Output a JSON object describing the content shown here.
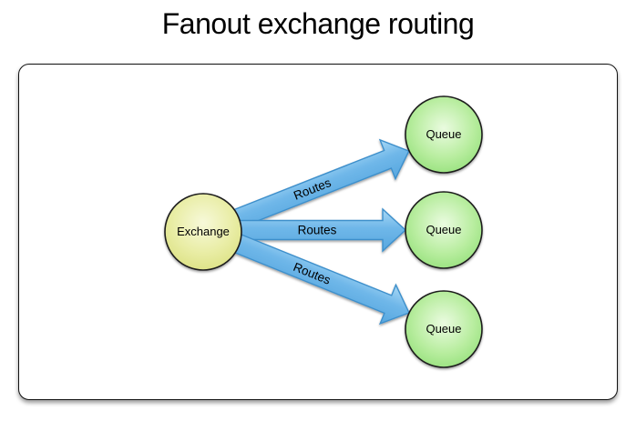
{
  "title": "Fanout exchange routing",
  "diagram": {
    "exchange": {
      "label": "Exchange",
      "shape": "circle"
    },
    "queues": [
      {
        "label": "Queue",
        "shape": "circle"
      },
      {
        "label": "Queue",
        "shape": "circle"
      },
      {
        "label": "Queue",
        "shape": "circle"
      }
    ],
    "edges": [
      {
        "from": "Exchange",
        "to": "Queue",
        "label": "Routes"
      },
      {
        "from": "Exchange",
        "to": "Queue",
        "label": "Routes"
      },
      {
        "from": "Exchange",
        "to": "Queue",
        "label": "Routes"
      }
    ],
    "colors": {
      "exchange_fill_center": "#F7F9D9",
      "exchange_fill_mid": "#E9EDA6",
      "exchange_fill_edge": "#D6DC74",
      "queue_fill_center": "#EAFBE0",
      "queue_fill_mid": "#B8ED9F",
      "queue_fill_edge": "#80D966",
      "arrow_fill_light": "#A8D8F5",
      "arrow_fill_mid": "#6FB7E9",
      "arrow_fill_dark": "#57A7DF",
      "arrow_stroke": "#3E8FCB",
      "node_stroke": "#1F1F1F",
      "panel_border": "#111111",
      "text": "#000000"
    }
  }
}
